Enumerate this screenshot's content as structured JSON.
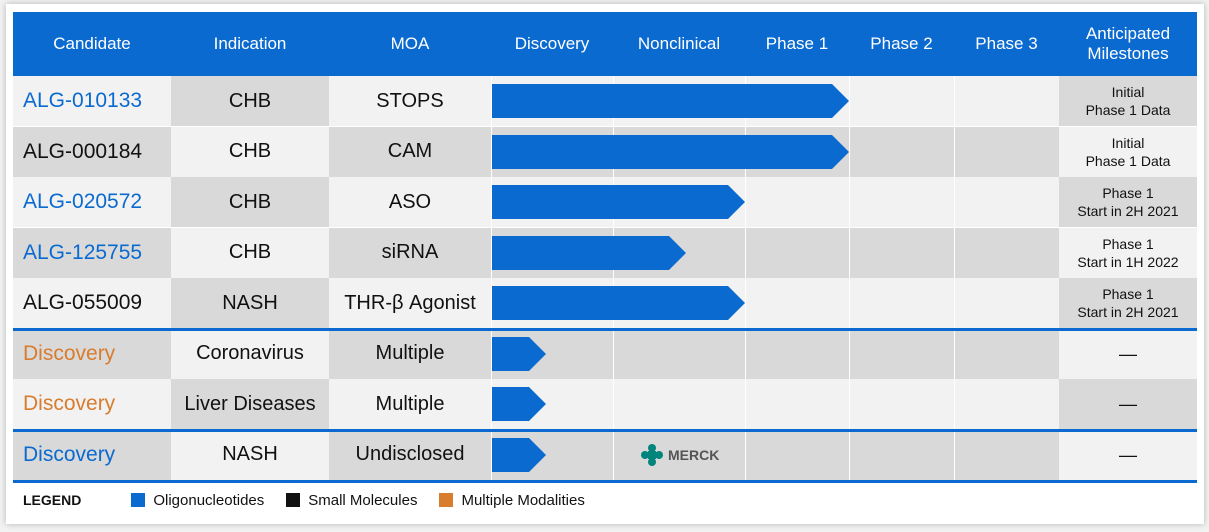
{
  "colors": {
    "oligonucleotides": "#0a6ad0",
    "small_molecules": "#111111",
    "multiple_modalities": "#d87c2e",
    "header_bg": "#0a6ad0",
    "merck_logo": "#00857c"
  },
  "chart_data": {
    "type": "table",
    "columns": [
      "Candidate",
      "Indication",
      "MOA",
      "Discovery",
      "Nonclinical",
      "Phase 1",
      "Phase 2",
      "Phase 3",
      "Anticipated Milestones"
    ],
    "stages": [
      "Discovery",
      "Nonclinical",
      "Phase 1",
      "Phase 2",
      "Phase 3"
    ],
    "rows": [
      {
        "candidate": "ALG-010133",
        "modality": "oligonucleotides",
        "indication": "CHB",
        "moa": "STOPS",
        "progress": 3.0,
        "milestone_line1": "Initial",
        "milestone_line2": "Phase 1 Data"
      },
      {
        "candidate": "ALG-000184",
        "modality": "small_molecules",
        "indication": "CHB",
        "moa": "CAM",
        "progress": 3.0,
        "milestone_line1": "Initial",
        "milestone_line2": "Phase 1 Data"
      },
      {
        "candidate": "ALG-020572",
        "modality": "oligonucleotides",
        "indication": "CHB",
        "moa": "ASO",
        "progress": 2.0,
        "milestone_line1": "Phase 1",
        "milestone_line2": "Start in 2H 2021"
      },
      {
        "candidate": "ALG-125755",
        "modality": "oligonucleotides",
        "indication": "CHB",
        "moa": "siRNA",
        "progress": 1.55,
        "milestone_line1": "Phase 1",
        "milestone_line2": "Start in 1H 2022"
      },
      {
        "candidate": "ALG-055009",
        "modality": "small_molecules",
        "indication": "NASH",
        "moa": "THR-β Agonist",
        "progress": 2.0,
        "milestone_line1": "Phase 1",
        "milestone_line2": "Start in 2H 2021"
      },
      {
        "candidate": "Discovery",
        "modality": "multiple_modalities",
        "indication": "Coronavirus",
        "moa": "Multiple",
        "progress": 0.45,
        "milestone_line1": "—",
        "milestone_line2": ""
      },
      {
        "candidate": "Discovery",
        "modality": "multiple_modalities",
        "indication": "Liver Diseases",
        "moa": "Multiple",
        "progress": 0.45,
        "milestone_line1": "—",
        "milestone_line2": ""
      },
      {
        "candidate": "Discovery",
        "modality": "oligonucleotides",
        "indication": "NASH",
        "moa": "Undisclosed",
        "progress": 0.45,
        "milestone_line1": "—",
        "milestone_line2": "",
        "partner": "MERCK"
      }
    ]
  },
  "header": {
    "candidate": "Candidate",
    "indication": "Indication",
    "moa": "MOA",
    "discovery": "Discovery",
    "nonclinical": "Nonclinical",
    "phase1": "Phase 1",
    "phase2": "Phase 2",
    "phase3": "Phase 3",
    "milestones_line1": "Anticipated",
    "milestones_line2": "Milestones"
  },
  "legend": {
    "title": "LEGEND",
    "items": [
      {
        "label": "Oligonucleotides",
        "color": "#0a6ad0"
      },
      {
        "label": "Small Molecules",
        "color": "#111111"
      },
      {
        "label": "Multiple Modalities",
        "color": "#d87c2e"
      }
    ]
  }
}
